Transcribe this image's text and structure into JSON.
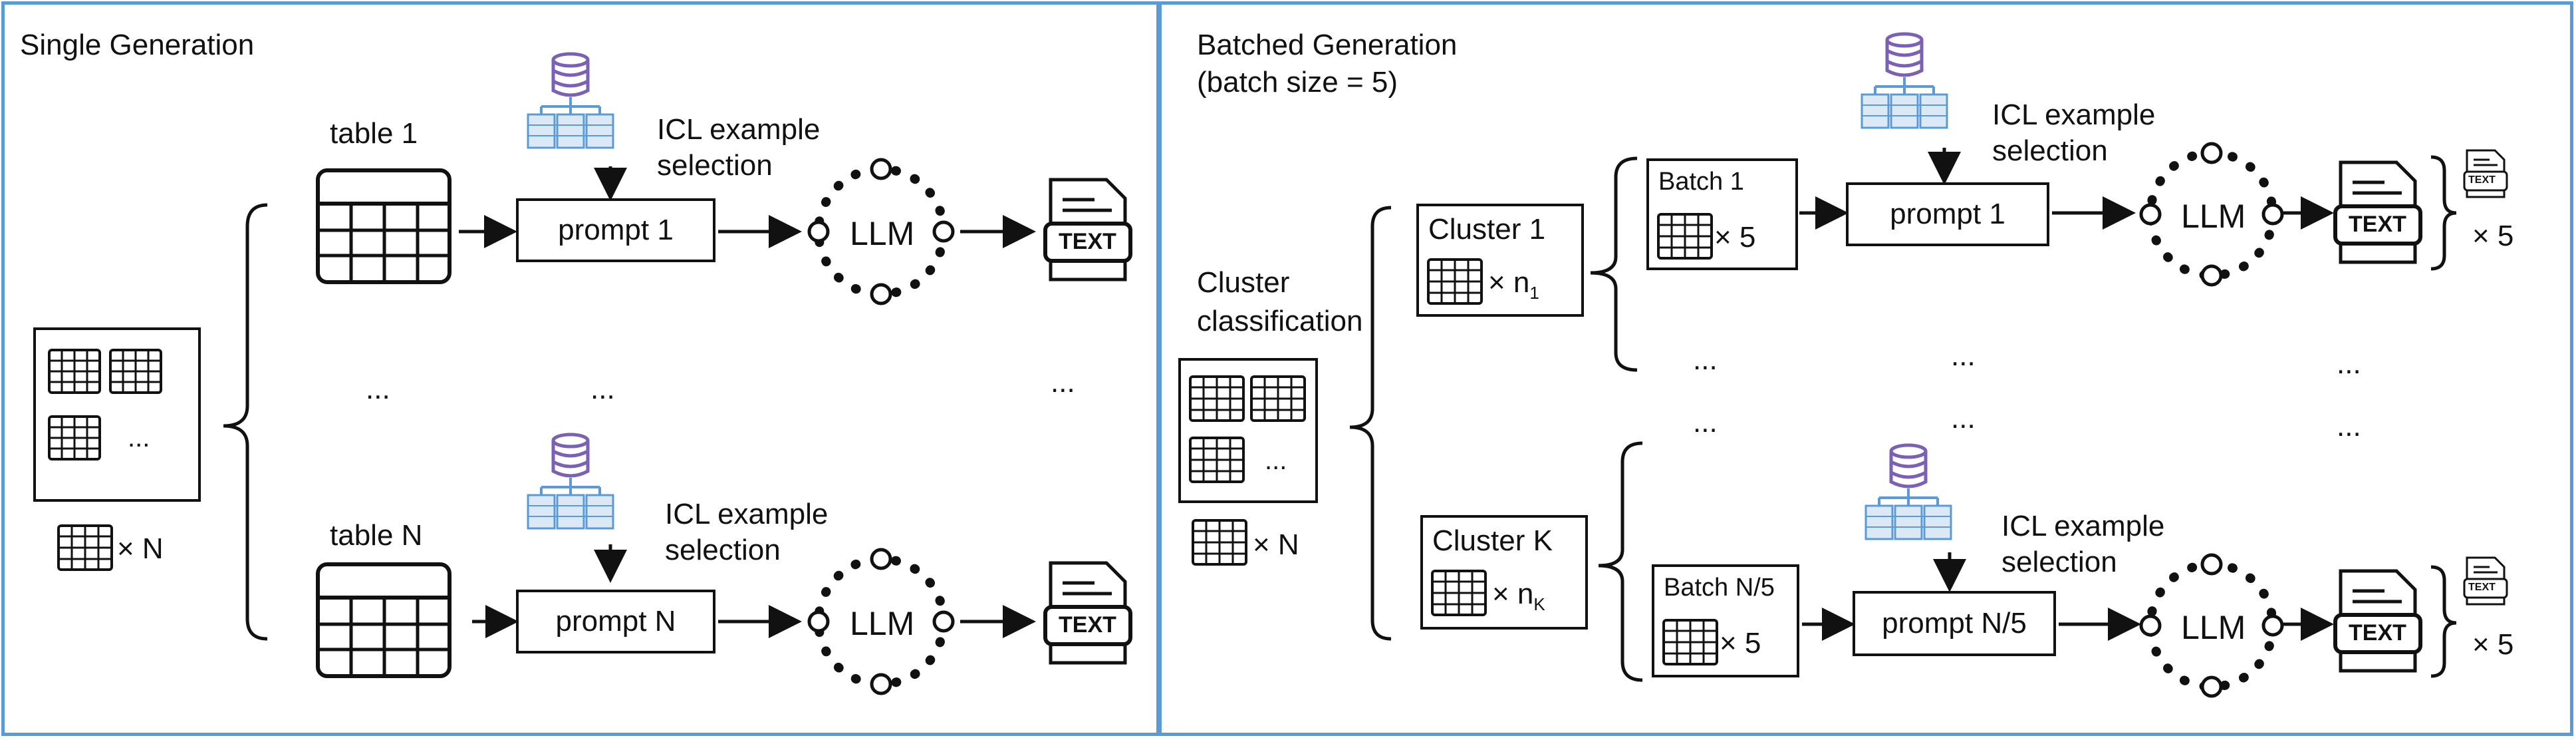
{
  "single": {
    "title": "Single Generation",
    "table_1_label": "table 1",
    "table_n_label": "table N",
    "icl_line1": "ICL example",
    "icl_line2": "selection",
    "prompt_1": "prompt 1",
    "prompt_n": "prompt N",
    "llm": "LLM",
    "text_icon": "TEXT",
    "input_more": "...",
    "input_count": "× N",
    "ellipsis": "..."
  },
  "batched": {
    "title_line1": "Batched Generation",
    "title_line2": "(batch size = 5)",
    "cluster_classification_line1": "Cluster",
    "cluster_classification_line2": "classification",
    "input_more": "...",
    "input_count": "× N",
    "cluster_1": "Cluster 1",
    "cluster_1_count": "× n",
    "cluster_1_sub": "1",
    "cluster_k": "Cluster K",
    "cluster_k_count": "× n",
    "cluster_k_sub": "K",
    "batch_1": "Batch 1",
    "batch_n": "Batch N/5",
    "batch_count": "× 5",
    "prompt_1": "prompt 1",
    "prompt_n": "prompt N/5",
    "icl_line1": "ICL example",
    "icl_line2": "selection",
    "llm": "LLM",
    "text_icon": "TEXT",
    "output_count": "× 5",
    "ellipsis": "..."
  },
  "colors": {
    "panel_border": "#5b9bd5",
    "database": "#7b61b5",
    "schema": "#5b9bd5"
  }
}
